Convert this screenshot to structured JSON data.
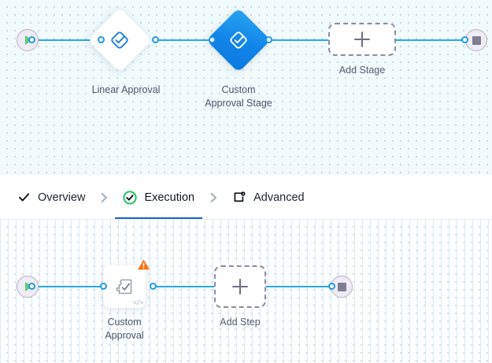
{
  "tabs": {
    "items": [
      {
        "label": "Overview",
        "icon": "check-icon",
        "active": false
      },
      {
        "label": "Execution",
        "icon": "check-circle-icon",
        "active": true
      },
      {
        "label": "Advanced",
        "icon": "window-gear-icon",
        "active": false
      }
    ],
    "separator_icon": "chevron-right-icon"
  },
  "stage_canvas": {
    "start_node": {
      "icon": "play-icon",
      "label": ""
    },
    "end_node": {
      "icon": "stop-icon",
      "label": ""
    },
    "nodes": [
      {
        "icon": "approval-diamond-icon",
        "label": "Linear Approval",
        "selected": false
      },
      {
        "icon": "approval-diamond-icon",
        "label": "Custom\nApproval Stage",
        "selected": true
      }
    ],
    "add_button": {
      "label": "Add Stage",
      "icon": "plus-icon"
    }
  },
  "step_canvas": {
    "start_node": {
      "icon": "play-icon",
      "label": ""
    },
    "end_node": {
      "icon": "stop-icon",
      "label": ""
    },
    "nodes": [
      {
        "icon": "puzzle-check-icon",
        "label": "Custom\nApproval",
        "warning_icon": "warning-triangle-icon",
        "code_badge": "</>"
      }
    ],
    "add_button": {
      "label": "Add Step",
      "icon": "plus-icon"
    }
  },
  "colors": {
    "edge": "#29a9e8",
    "accent_blue": "#1184e8",
    "tab_active_underline": "#1565d8",
    "success_green": "#22c55e",
    "warning_orange": "#f97316",
    "terminal_fill": "#efecf6"
  }
}
